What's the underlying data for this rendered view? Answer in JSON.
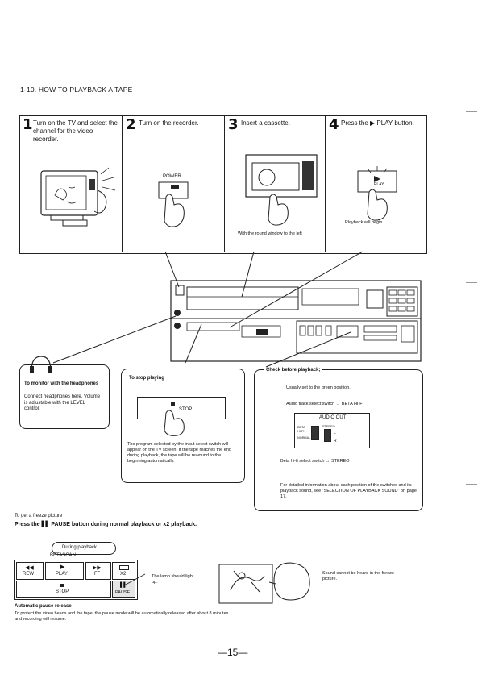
{
  "section_title": "1-10. HOW TO PLAYBACK A TAPE",
  "steps": [
    {
      "number": "1",
      "text": "Turn on the TV and select the channel for the video recorder."
    },
    {
      "number": "2",
      "text": "Turn on the recorder.",
      "button_label": "POWER"
    },
    {
      "number": "3",
      "text": "Insert a cassette.",
      "caption": "With the round window to the left"
    },
    {
      "number": "4",
      "text": "Press the ▶ PLAY button.",
      "caption": "Playback will begin.",
      "button_label": "PLAY"
    }
  ],
  "headphones": {
    "title": "To monitor with the headphones",
    "body": "Connect headphones here. Volume is adjustable with the LEVEL control."
  },
  "stop_box": {
    "title": "To stop playing",
    "button_label": "STOP",
    "body": "The program selected by the input select switch will appear on the TV screen. If the tape reaches the end during playback, the tape will be rewound to the beginning automatically."
  },
  "check_box": {
    "title": "Check before playback;",
    "line1": "Usually set to the green position.",
    "line2": "Audio track select switch → BETA HI-FI",
    "panel_title": "AUDIO OUT",
    "panel_labels": {
      "beta": "BETA",
      "hifi": "HI-FI",
      "normal": "NORMAL",
      "stereo": "STEREO",
      "l": "L",
      "r": "R"
    },
    "line3": "Beta hi-fi select switch → STEREO",
    "line4": "For detailed information about each position of the switches and its playback sound, see \"SELECTION OF PLAYBACK SOUND\" on page 17."
  },
  "freeze": {
    "heading": "To get a freeze picture",
    "instruction": "Press the ▌▌ PAUSE button during normal playback or x2 playback.",
    "bubble": "During playback",
    "betascan": "BETASCAN",
    "buttons": {
      "rew": "REW",
      "play": "PLAY",
      "ff": "FF",
      "x2": "X2",
      "stop": "STOP",
      "pause": "PAUSE"
    },
    "lamp_note": "The lamp should light up.",
    "sound_note": "Sound cannot be heard in the freeze picture."
  },
  "auto_release": {
    "title": "Automatic pause release",
    "body": "To protect the video heads and the tape, the pause mode will be automatically released after about 8 minutes and recording will resume."
  },
  "page_number": "—15—"
}
